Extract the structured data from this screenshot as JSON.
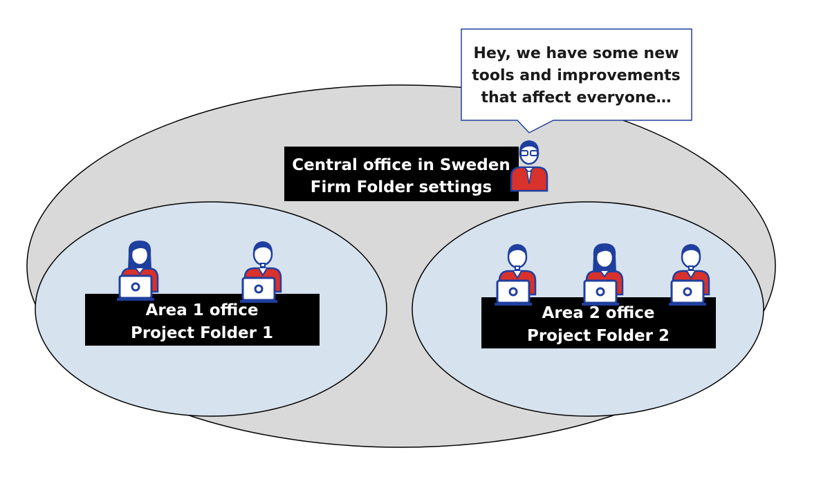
{
  "speech_bubble": {
    "lines": [
      "Hey, we have some new",
      "tools and improvements",
      "that affect everyone…"
    ]
  },
  "central_office": {
    "line1": "Central office in Sweden",
    "line2": "Firm Folder settings"
  },
  "area1": {
    "line1": "Area 1 office",
    "line2": "Project Folder 1"
  },
  "area2": {
    "line1": "Area 2 office",
    "line2": "Project Folder 2"
  },
  "colors": {
    "outer_ellipse": "#d9d9d9",
    "inner_ellipse": "#d6e2ee",
    "label_box": "#000000",
    "person_blue": "#1f3f9e",
    "person_red": "#d9312c",
    "bubble_border": "#1f3f9e"
  },
  "icons": {
    "manager": "manager-person-icon",
    "worker": "worker-person-icon",
    "laptop": "laptop-icon"
  }
}
